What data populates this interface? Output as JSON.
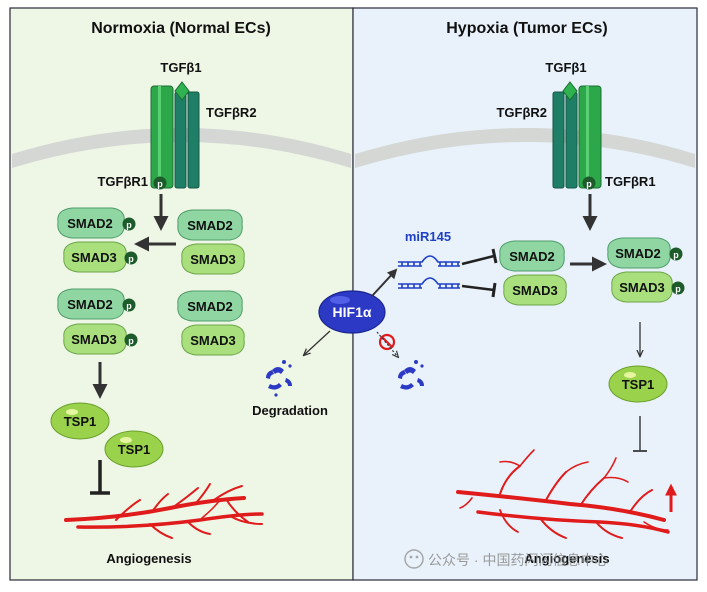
{
  "panels": {
    "left_title": "Normoxia (Normal ECs)",
    "right_title": "Hypoxia (Tumor ECs)"
  },
  "labels": {
    "tgfb1": "TGFβ1",
    "tgfbr2": "TGFβR2",
    "tgfbr1": "TGFβR1",
    "smad2": "SMAD2",
    "smad3": "SMAD3",
    "tsp1": "TSP1",
    "p": "p",
    "mir145": "miR145",
    "hif1a": "HIF1α",
    "degradation": "Degradation",
    "angiogenesis": "Angiogenesis"
  },
  "watermark": "公众号 · 中国药闪闪信息中心",
  "colors": {
    "left_bg": "#eef6e6",
    "right_bg": "#e9f2fb",
    "receptor_light": "#2ca84b",
    "receptor_dark": "#1f7f66",
    "smad_fill": "#8fd6a3",
    "phospho": "#1d5b2a",
    "tsp1_fill": "#9ad24b",
    "hif_fill": "#2b39c4",
    "mir_blue": "#1e3fc8",
    "vessel_red": "#e01b1b",
    "arrow_dark": "#333333"
  }
}
